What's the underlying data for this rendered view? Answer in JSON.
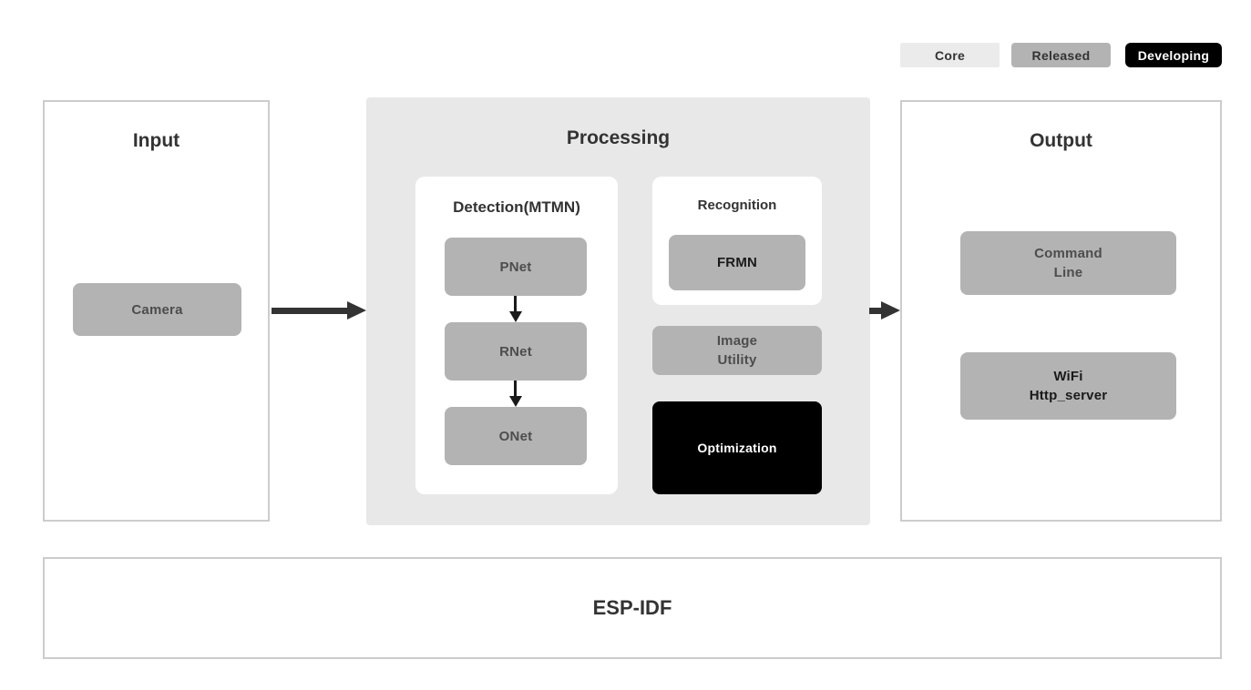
{
  "legend": {
    "core": "Core",
    "released": "Released",
    "developing": "Developing"
  },
  "input": {
    "title": "Input",
    "camera": "Camera"
  },
  "processing": {
    "title": "Processing",
    "detection": {
      "title": "Detection(MTMN)",
      "pnet": "PNet",
      "rnet": "RNet",
      "onet": "ONet"
    },
    "recognition": {
      "title": "Recognition",
      "frmn": "FRMN"
    },
    "image_utility": {
      "line1": "Image",
      "line2": "Utility"
    },
    "optimization": "Optimization"
  },
  "output": {
    "title": "Output",
    "command_line": {
      "line1": "Command",
      "line2": "Line"
    },
    "wifi_server": {
      "line1": "WiFi",
      "line2": "Http_server"
    }
  },
  "foundation": {
    "title": "ESP-IDF"
  },
  "colors": {
    "core_bg": "#ebebeb",
    "released_bg": "#b3b3b3",
    "developing_bg": "#000000",
    "module_bg": "#b3b3b3",
    "processing_bg": "#e8e8e8",
    "panel_border": "#cccccc",
    "arrow": "#333333"
  }
}
